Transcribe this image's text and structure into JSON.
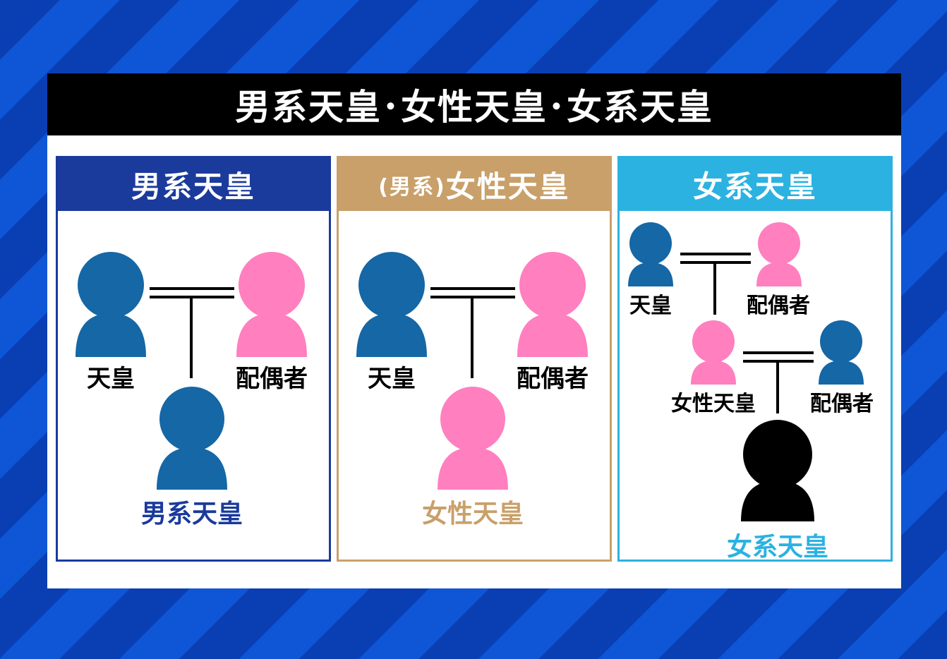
{
  "title": "男系天皇･女性天皇･女系天皇",
  "colors": {
    "male": "#1567a6",
    "female": "#ff7fbf",
    "black": "#000000",
    "panel1": "#1a3a9c",
    "panel2": "#c9a06a",
    "panel3": "#2bb2e0"
  },
  "panels": [
    {
      "header": "男系天皇",
      "labels": {
        "emperor": "天皇",
        "spouse": "配偶者",
        "child": "男系天皇"
      }
    },
    {
      "header_paren": "(男系)",
      "header": "女性天皇",
      "labels": {
        "emperor": "天皇",
        "spouse": "配偶者",
        "child": "女性天皇"
      }
    },
    {
      "header": "女系天皇",
      "labels": {
        "emperor": "天皇",
        "spouse1": "配偶者",
        "female_emperor": "女性天皇",
        "spouse2": "配偶者",
        "child": "女系天皇"
      }
    }
  ]
}
